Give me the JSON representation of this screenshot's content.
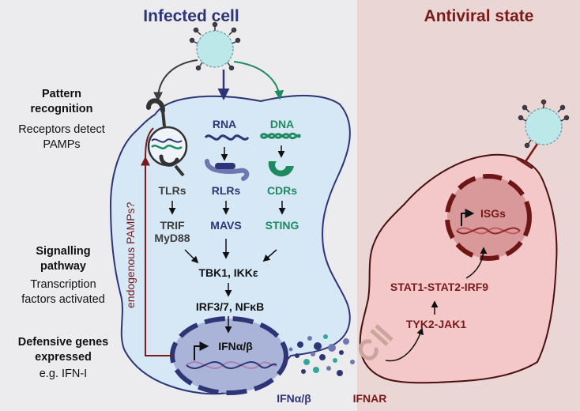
{
  "headers": {
    "infected_cell": "Infected cell",
    "antiviral_state": "Antiviral state"
  },
  "side_labels": {
    "pattern_recognition_title": "Pattern recognition",
    "pattern_recognition_line1": "Pattern",
    "pattern_recognition_line2": "recognition",
    "receptors_line1": "Receptors detect",
    "receptors_line2": "PAMPs",
    "signalling_line1": "Signalling",
    "signalling_line2": "pathway",
    "tf_line1": "Transcription",
    "tf_line2": "factors activated",
    "defensive_line1": "Defensive genes",
    "defensive_line2": "expressed",
    "defensive_line3": "e.g. IFN-I"
  },
  "pathway": {
    "rna": "RNA",
    "dna": "DNA",
    "tlrs": "TLRs",
    "rlrs": "RLRs",
    "cdrs": "CDRs",
    "trif": "TRIF",
    "myd88": "MyD88",
    "mavs": "MAVS",
    "sting": "STING",
    "tbk1": "TBK1, IKKε",
    "irf": "IRF3/7, NFκB",
    "ifn_gene": "IFNα/β",
    "endogenous": "endogenous PAMPs?"
  },
  "antiviral": {
    "isgs": "ISGs",
    "stat": "STAT1-STAT2-IRF9",
    "tyk": "TYK2-JAK1",
    "ifnab": "IFNα/β",
    "ifnar": "IFNAR"
  },
  "colors": {
    "navy": "#2e3577",
    "green": "#1f8a60",
    "maroon": "#7a1a1a",
    "cell_fill": "#d6e8f6",
    "antiviral_fill": "#f4c8c8",
    "right_panel": "#ead6d4",
    "virus": "#bde8ea"
  }
}
